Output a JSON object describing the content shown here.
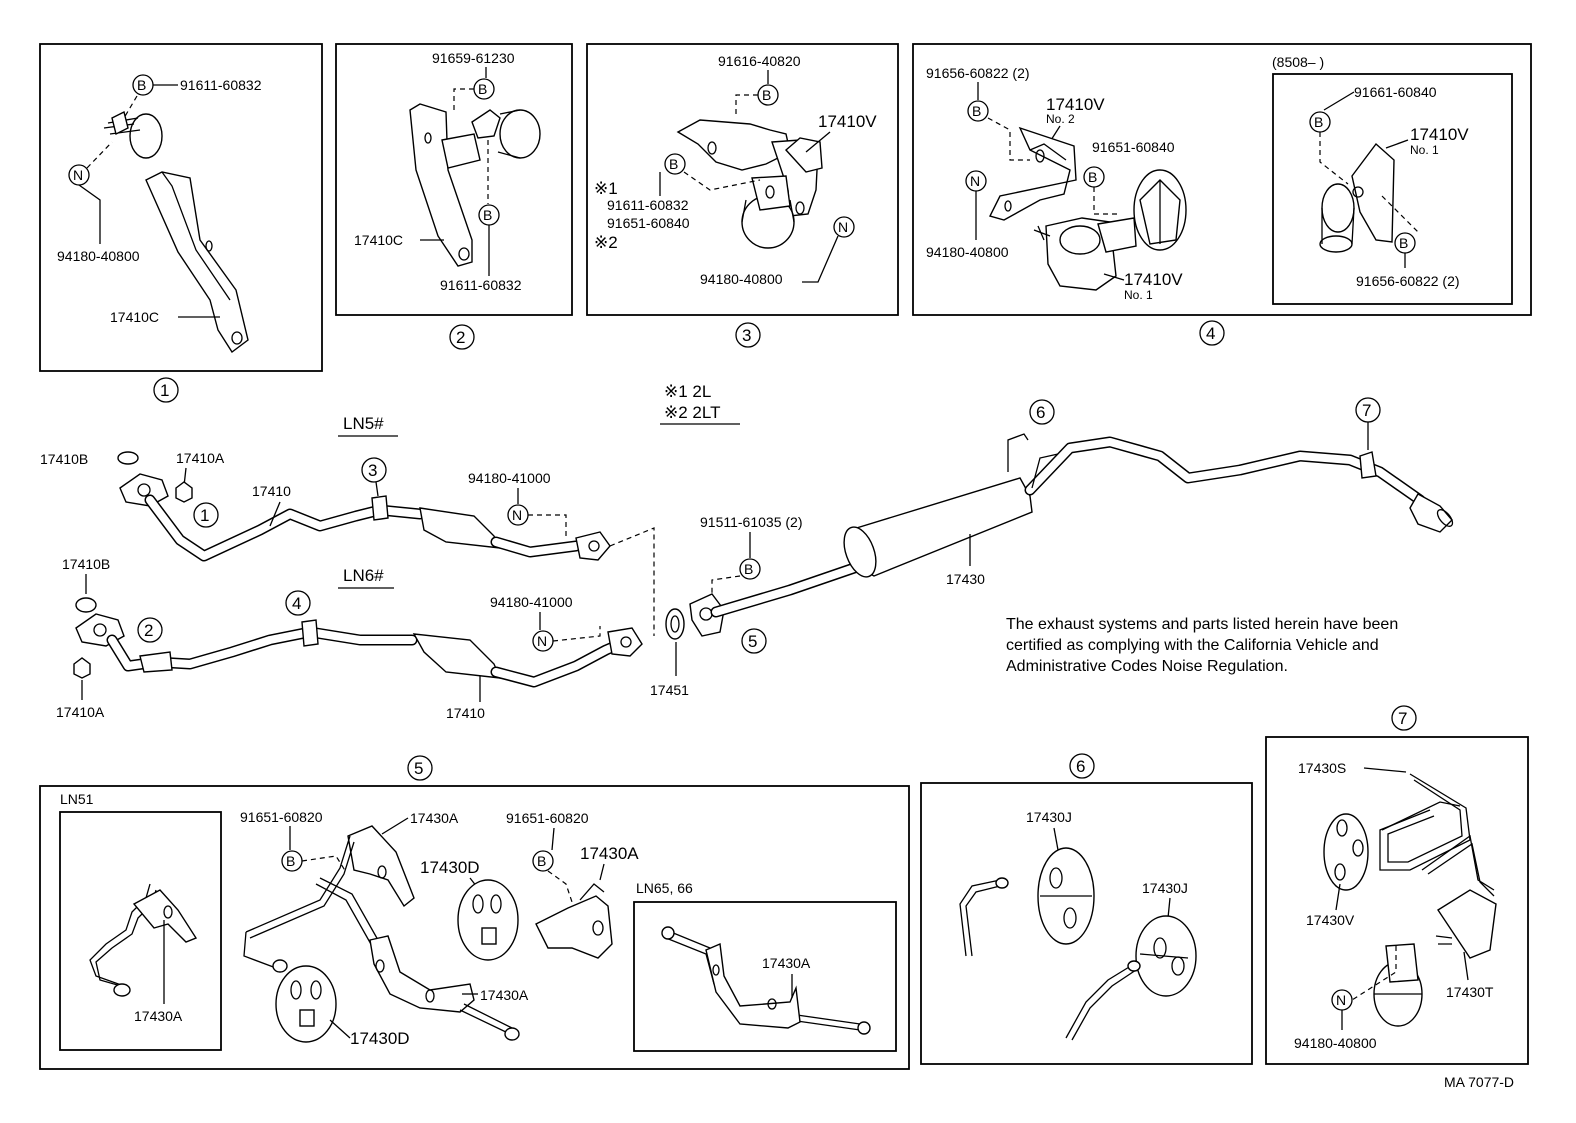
{
  "diagram_id": "MA 7077-D",
  "legend": {
    "variant1": "※1 2L",
    "variant2": "※2 2LT"
  },
  "certification_note": {
    "line1": "The exhaust systems and parts listed herein have been",
    "line2": "certified as complying with the California Vehicle and",
    "line3": "Administrative Codes Noise Regulation."
  },
  "markers": {
    "bolt": "B",
    "nut": "N"
  },
  "detail_1": {
    "number": "1",
    "bolt_part": "91611-60832",
    "nut_part": "94180-40800",
    "bracket_part": "17410C"
  },
  "detail_2": {
    "number": "2",
    "bolt_top_part": "91659-61230",
    "bolt_bottom_part": "91611-60832",
    "bracket_part": "17410C"
  },
  "detail_3": {
    "number": "3",
    "bolt_top_part": "91616-40820",
    "hanger_part": "17410V",
    "variant1_mark": "※1",
    "variant2_mark": "※2",
    "bolt_variant1_part": "91611-60832",
    "bolt_variant2_part": "91651-60840",
    "nut_part": "94180-40800"
  },
  "detail_4": {
    "number": "4",
    "bolt_left_part": "91656-60822 (2)",
    "hanger_no2_part": "17410V",
    "hanger_no2_sub": "No. 2",
    "nut_part": "94180-40800",
    "bolt_mid_part": "91651-60840",
    "hanger_no1_part": "17410V",
    "hanger_no1_sub": "No. 1",
    "inset_title": "(8508–        )",
    "inset_bolt_top_part": "91661-60840",
    "inset_hanger_part": "17410V",
    "inset_hanger_sub": "No. 1",
    "inset_bolt_bottom_part": "91656-60822 (2)"
  },
  "main": {
    "ln5_label": "LN5#",
    "ln6_label": "LN6#",
    "gasket_top": "17410B",
    "nut_top": "17410A",
    "pipe_top": "17410",
    "nut_part_top": "94180-41000",
    "gasket_bottom": "17410B",
    "nut_bottom": "17410A",
    "pipe_bottom": "17410",
    "nut_part_bottom": "94180-41000",
    "gasket_joint": "17451",
    "bolt_tail": "91511-61035 (2)",
    "muffler": "17430",
    "ref_1": "1",
    "ref_2": "2",
    "ref_3": "3",
    "ref_4": "4",
    "ref_5": "5",
    "ref_6": "6",
    "ref_7": "7"
  },
  "detail_5": {
    "number": "5",
    "ln51_label": "LN51",
    "ln51_part": "17430A",
    "bolt_left_part": "91651-60820",
    "bracket_top_part": "17430A",
    "insulator_top_part": "17430D",
    "bracket_bottom_part": "17430A",
    "insulator_bottom_part": "17430D",
    "bolt_right_part": "91651-60820",
    "bracket_right_part": "17430A",
    "ln65_label": "LN65, 66",
    "ln65_part": "17430A"
  },
  "detail_6": {
    "number": "6",
    "insulator_top_part": "17430J",
    "insulator_bottom_part": "17430J"
  },
  "detail_7": {
    "number": "7",
    "hanger_part": "17430S",
    "insulator_part": "17430V",
    "bracket_part": "17430T",
    "nut_part": "94180-40800"
  }
}
